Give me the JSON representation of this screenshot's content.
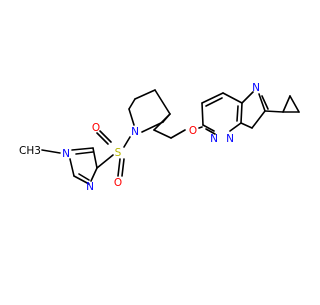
{
  "molecule": {
    "atom_labels": {
      "imidazole_n_methyl": "N",
      "methyl": "CH3",
      "imidazole_n3": "N",
      "sulfur": "S",
      "sulfonyl_o_top": "O",
      "sulfonyl_o_bottom": "O",
      "piperidine_n": "N",
      "ether_o": "O",
      "pyridazine_n1": "N",
      "pyridazine_n2": "N",
      "imidazo_n": "N"
    }
  },
  "colors": {
    "bond": "#000000",
    "nitrogen": "#0000ff",
    "oxygen": "#ff0000",
    "sulfur": "#b8b800",
    "carbon": "#000000"
  }
}
